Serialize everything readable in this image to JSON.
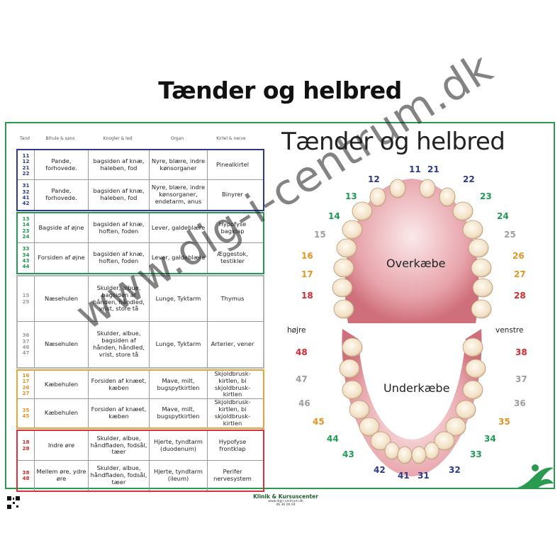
{
  "page_title": "Tænder og helbred",
  "table": {
    "headers": [
      "Tand",
      "Bihule & sans",
      "Knogler & led",
      "Organ",
      "Kirtel & nerve"
    ],
    "groups": [
      {
        "color": "blue",
        "rows": [
          {
            "teeth": [
              "11",
              "12",
              "21",
              "22"
            ],
            "sinus": "Pande, forhovede.",
            "bones": "bagsiden af knæ, haleben, fod",
            "organ": "Nyre, blære, indre kønsorganer",
            "gland": "Pinealkirtel"
          },
          {
            "teeth": [
              "31",
              "32",
              "41",
              "42"
            ],
            "sinus": "Pande, forhovede.",
            "bones": "bagsiden af knæ, haleben, fod",
            "organ": "Nyre, blære, indre kønsorganer, endetarm, anus",
            "gland": "Binyrer"
          }
        ]
      },
      {
        "color": "green",
        "rows": [
          {
            "teeth": [
              "13",
              "14",
              "23",
              "24"
            ],
            "sinus": "Bagside af øjne",
            "bones": "bagsiden af knæ, hoften, foden",
            "organ": "Lever, galdeblære",
            "gland": "Hypofyse bagklap"
          },
          {
            "teeth": [
              "33",
              "34",
              "43",
              "44"
            ],
            "sinus": "Forsiden af øjne",
            "bones": "bagsiden af knæ, hoften, foden",
            "organ": "Lever, galdeblære",
            "gland": "Æggestok, testikler"
          }
        ]
      },
      {
        "color": "gray",
        "rows": [
          {
            "teeth": [
              "15",
              "25"
            ],
            "sinus": "Næsehulen",
            "bones": "Skulder, albue, bagsiden af hånden, håndled, vrist, store tå",
            "organ": "Lunge, Tyktarm",
            "gland": "Thymus"
          },
          {
            "teeth": [
              "36",
              "37",
              "46",
              "47"
            ],
            "sinus": "Næsehulen",
            "bones": "Skulder, albue, bagsiden af hånden, håndled, vrist, store tå",
            "organ": "Lunge, Tyktarm",
            "gland": "Arterier, vener"
          }
        ]
      },
      {
        "color": "orange",
        "rows": [
          {
            "teeth": [
              "16",
              "17",
              "26",
              "27"
            ],
            "sinus": "Kæbehulen",
            "bones": "Forsiden af knæet, kæben",
            "organ": "Mave, milt, bugspytkirtlen",
            "gland": "Skjoldbrusk-kirtlen, bi skjoldbrusk-kirtlen"
          },
          {
            "teeth": [
              "35",
              "45"
            ],
            "sinus": "Kæbehulen",
            "bones": "Forsiden af knæet, kæben",
            "organ": "Mave, milt, bugspytkirtlen",
            "gland": "Skjoldbrusk-kirtlen, bi skjoldbrusk-kirtlen"
          }
        ]
      },
      {
        "color": "red",
        "rows": [
          {
            "teeth": [
              "18",
              "28"
            ],
            "sinus": "Indre øre",
            "bones": "Skulder, albue, håndfladen, fodsål, tæer",
            "organ": "Hjerte, tyndtarm (duodenum)",
            "gland": "Hypofyse frontklap"
          },
          {
            "teeth": [
              "38",
              "48"
            ],
            "sinus": "Mellem øre, ydre øre",
            "bones": "Skulder, albue, håndfladen, fodsål, tæer",
            "organ": "Hjerte, tyndtarm (ileum)",
            "gland": "Perifer nervesystem"
          }
        ]
      }
    ]
  },
  "diagram": {
    "title": "Tænder og helbred",
    "upper_jaw": "Overkæbe",
    "lower_jaw": "Underkæbe",
    "right_label": "højre",
    "left_label": "venstre",
    "upper_teeth": [
      {
        "n": "11",
        "color": "blue"
      },
      {
        "n": "21",
        "color": "blue"
      },
      {
        "n": "12",
        "color": "blue"
      },
      {
        "n": "22",
        "color": "blue"
      },
      {
        "n": "13",
        "color": "green"
      },
      {
        "n": "23",
        "color": "green"
      },
      {
        "n": "14",
        "color": "green"
      },
      {
        "n": "24",
        "color": "green"
      },
      {
        "n": "15",
        "color": "gray"
      },
      {
        "n": "25",
        "color": "gray"
      },
      {
        "n": "16",
        "color": "orange"
      },
      {
        "n": "26",
        "color": "orange"
      },
      {
        "n": "17",
        "color": "orange"
      },
      {
        "n": "27",
        "color": "orange"
      },
      {
        "n": "18",
        "color": "red"
      },
      {
        "n": "28",
        "color": "red"
      }
    ],
    "lower_teeth": [
      {
        "n": "48",
        "color": "red"
      },
      {
        "n": "38",
        "color": "red"
      },
      {
        "n": "47",
        "color": "gray"
      },
      {
        "n": "37",
        "color": "gray"
      },
      {
        "n": "46",
        "color": "gray"
      },
      {
        "n": "36",
        "color": "gray"
      },
      {
        "n": "45",
        "color": "orange"
      },
      {
        "n": "35",
        "color": "orange"
      },
      {
        "n": "44",
        "color": "green"
      },
      {
        "n": "34",
        "color": "green"
      },
      {
        "n": "43",
        "color": "green"
      },
      {
        "n": "33",
        "color": "green"
      },
      {
        "n": "42",
        "color": "blue"
      },
      {
        "n": "32",
        "color": "blue"
      },
      {
        "n": "41",
        "color": "blue"
      },
      {
        "n": "31",
        "color": "blue"
      }
    ]
  },
  "footer": {
    "brand": "Klinik & Kursuscenter",
    "url": "www.dig-i-centrum.dk",
    "phone": "46 36 00 04"
  },
  "watermark": "www.dig-i-centrum.dk",
  "colors": {
    "blue": "#2d3a8c",
    "green": "#1f9a52",
    "gray": "#9e9e9e",
    "orange": "#e39422",
    "red": "#d12b31",
    "border": "#2a9a4e"
  }
}
